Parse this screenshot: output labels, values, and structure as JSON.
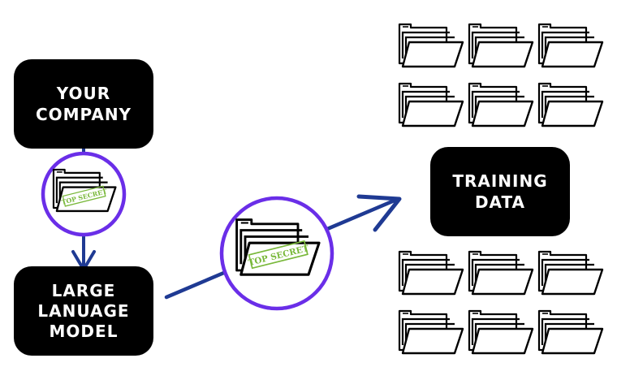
{
  "nodes": {
    "company": {
      "lines": [
        "YOUR",
        "COMPANY"
      ]
    },
    "llm": {
      "lines": [
        "LARGE",
        "LANUAGE",
        "MODEL"
      ]
    },
    "training": {
      "lines": [
        "TRAINING",
        "DATA"
      ]
    }
  },
  "stamp_text": "TOP SECRET",
  "colors": {
    "box": "#000000",
    "box_text": "#ffffff",
    "arrow": "#1f3a93",
    "highlight_circle": "#6a2ee8",
    "stamp": "#79b83a"
  },
  "icons": {
    "folder": "folder-icon",
    "secret_folder": "secret-folder-icon"
  }
}
